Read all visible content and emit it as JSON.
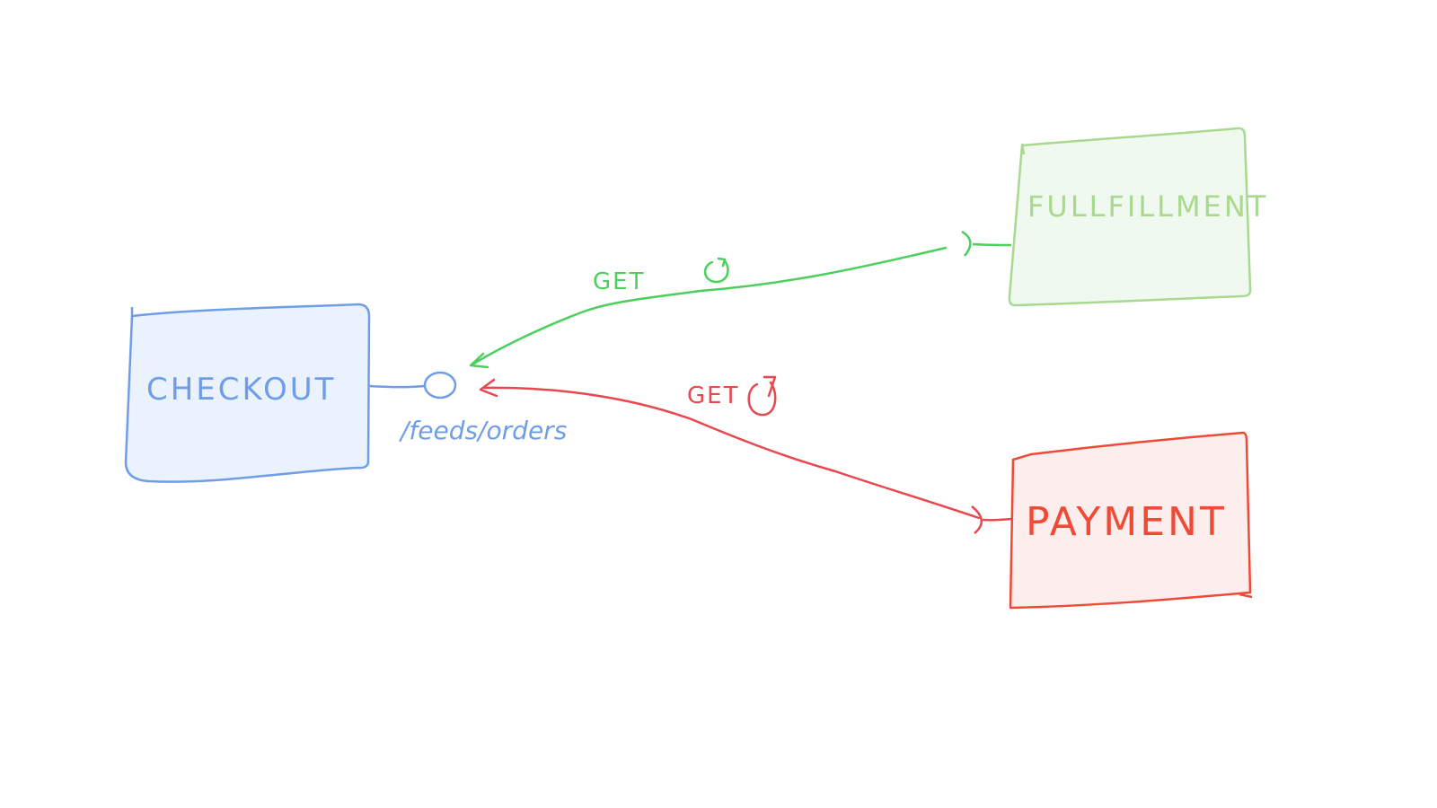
{
  "colors": {
    "checkout_stroke": "#6f9de8",
    "checkout_fill": "#eaf3fd",
    "fulfillment_stroke": "#a8d98f",
    "fulfillment_fill": "#f0f9f0",
    "payment_stroke": "#ee4a36",
    "payment_fill": "#fdeeee",
    "green_arrow": "#4ccf5c",
    "red_arrow": "#e8474f"
  },
  "nodes": {
    "checkout": {
      "label": "CHECKOUT"
    },
    "fulfillment": {
      "label": "FULLFILLMENT"
    },
    "payment": {
      "label": "PAYMENT"
    }
  },
  "endpoint": {
    "label": "/feeds/orders"
  },
  "edges": {
    "fulfillment_get": {
      "label": "GET",
      "icon": "refresh-loop-icon"
    },
    "payment_get": {
      "label": "GET",
      "icon": "refresh-loop-icon"
    }
  }
}
